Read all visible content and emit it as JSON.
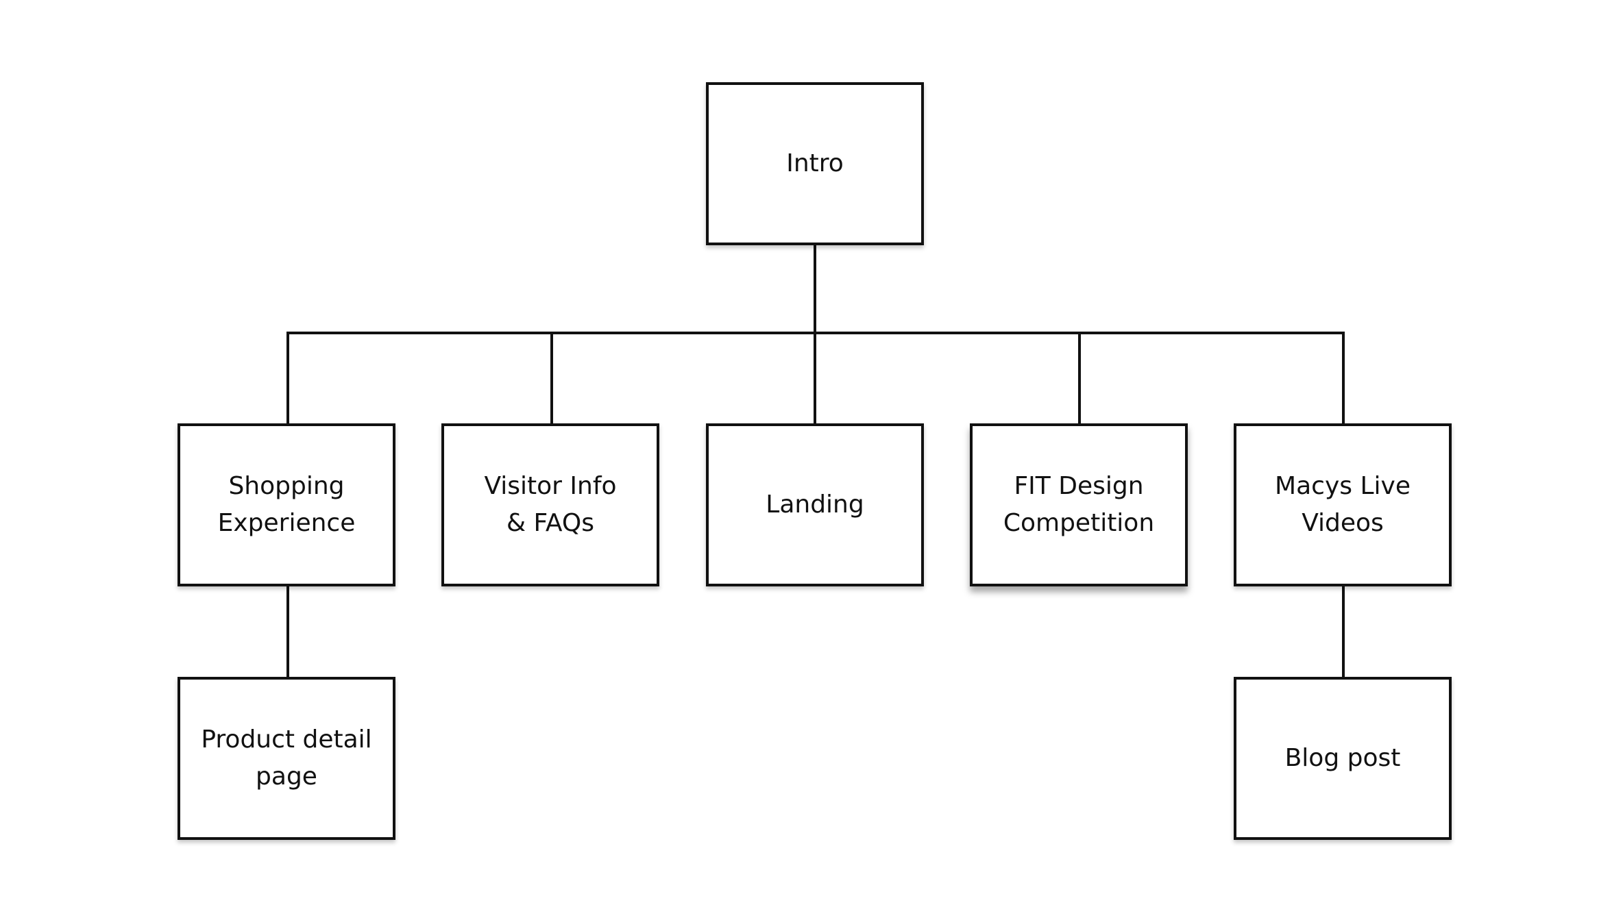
{
  "diagram": {
    "colors": {
      "stroke": "#111111",
      "background": "#ffffff"
    },
    "nodes": {
      "intro": "Intro",
      "shopping": "Shopping\nExperience",
      "visitor": "Visitor Info\n& FAQs",
      "landing": "Landing",
      "fit": "FIT Design\nCompetition",
      "macys": "Macys Live\nVideos",
      "product": "Product detail\npage",
      "blog": "Blog post"
    }
  }
}
